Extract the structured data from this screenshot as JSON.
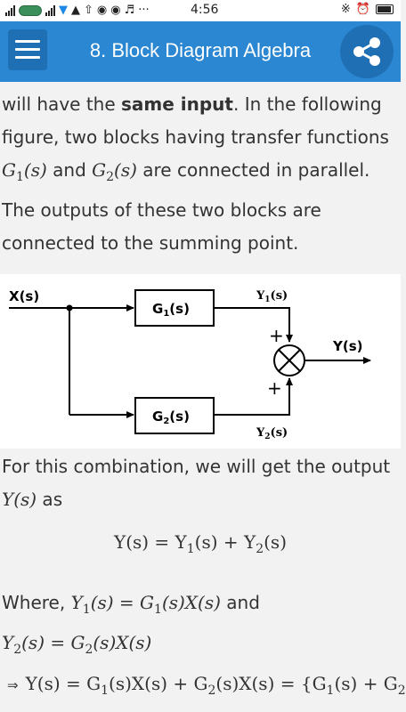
{
  "status_bar": {
    "time": "4:56",
    "dots": "···"
  },
  "app_bar": {
    "title": "8. Block Diagram Algebra",
    "menu_icon": "hamburger-menu-icon",
    "share_icon": "share-icon"
  },
  "content": {
    "para1": {
      "line1_pre": "will have the ",
      "line1_bold": "same input",
      "line1_post": ". In the following",
      "line2": "figure, two blocks having transfer functions",
      "g1": "G",
      "g1_sub": "1",
      "g1_arg": "(s)",
      "and": " and ",
      "g2": "G",
      "g2_sub": "2",
      "g2_arg": "(s)",
      "line3_post": " are connected in parallel.",
      "line4": "The outputs of these two blocks are",
      "line5": "connected to the summing point."
    },
    "diagram": {
      "input_label": "X(s)",
      "block1_label": "G",
      "block1_sub": "1",
      "block1_arg": "(s)",
      "block2_label": "G",
      "block2_sub": "2",
      "block2_arg": "(s)",
      "y1_label": "Y",
      "y1_sub": "1",
      "y1_arg": "(s)",
      "y2_label": "Y",
      "y2_sub": "2",
      "y2_arg": "(s)",
      "plus_top": "+",
      "plus_bottom": "+",
      "output_label": "Y(s)"
    },
    "para2": {
      "line1": "For this combination, we will get the output",
      "y": "Y(s)",
      "as": " as"
    },
    "equation1": {
      "lhs": "Y(s) = Y",
      "sub1": "1",
      "mid": "(s) + Y",
      "sub2": "2",
      "end": "(s)"
    },
    "para3": {
      "where": "Where, ",
      "a1": "Y",
      "a1_sub": "1",
      "a2": "(s) = G",
      "a2_sub": "1",
      "a3": "(s)X(s)",
      "and": " and",
      "b1": "Y",
      "b1_sub": "2",
      "b2": "(s) = G",
      "b2_sub": "2",
      "b3": "(s)X(s)"
    },
    "equation2": {
      "arrow": "⇒",
      "t1": "Y(s) = G",
      "s1": "1",
      "t2": "(s)X(s) + G",
      "s2": "2",
      "t3": "(s)X(s) = {G",
      "s3": "1",
      "t4": "(s) + G",
      "s4": "2"
    }
  }
}
